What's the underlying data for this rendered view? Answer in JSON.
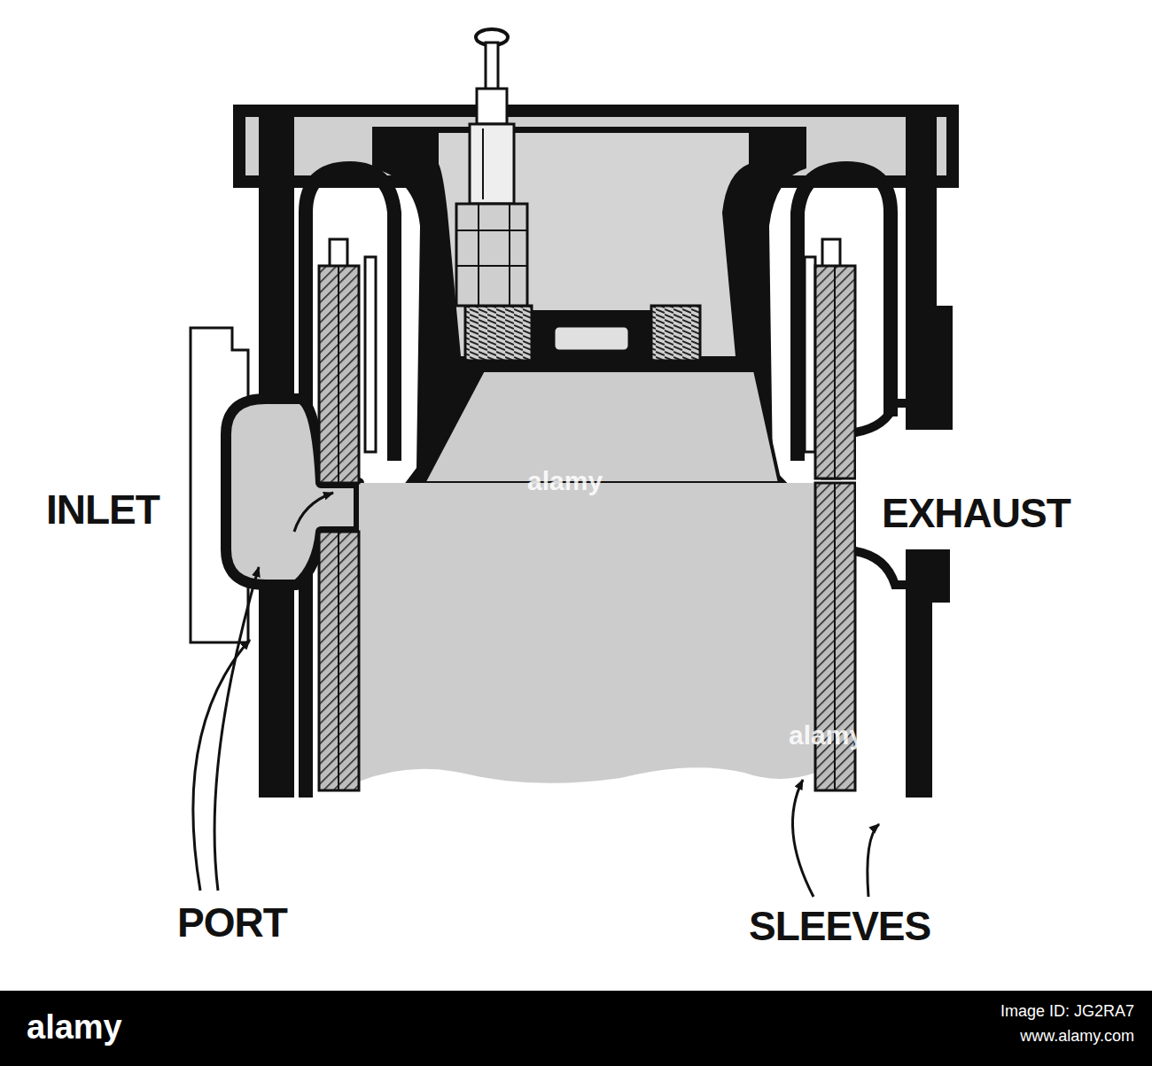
{
  "diagram": {
    "labels": [
      "INLET",
      "EXHAUST",
      "PORT",
      "SLEEVES",
      "alamy",
      "alamy",
      "alamy",
      "alamy",
      "Image ID: JG2RA7",
      "www.alamy.com"
    ]
  }
}
